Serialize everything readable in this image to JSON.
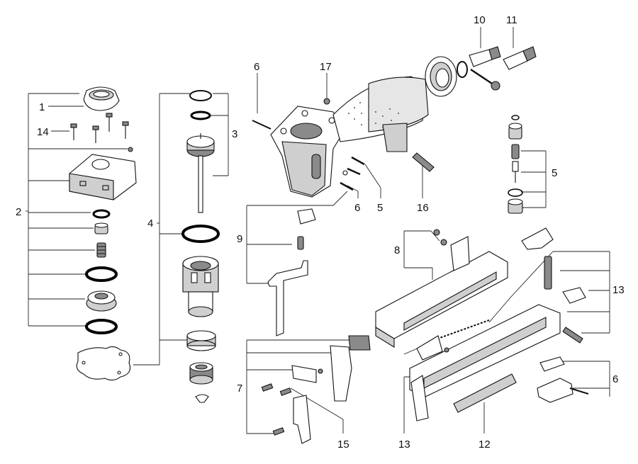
{
  "callouts": {
    "c1": "1",
    "c2": "2",
    "c3": "3",
    "c4": "4",
    "c5a": "5",
    "c5b": "5",
    "c6a": "6",
    "c6b": "6",
    "c6c": "6",
    "c7": "7",
    "c8": "8",
    "c9": "9",
    "c10": "10",
    "c11": "11",
    "c12": "12",
    "c13a": "13",
    "c13b": "13",
    "c14": "14",
    "c15": "15",
    "c16": "16",
    "c17": "17"
  }
}
